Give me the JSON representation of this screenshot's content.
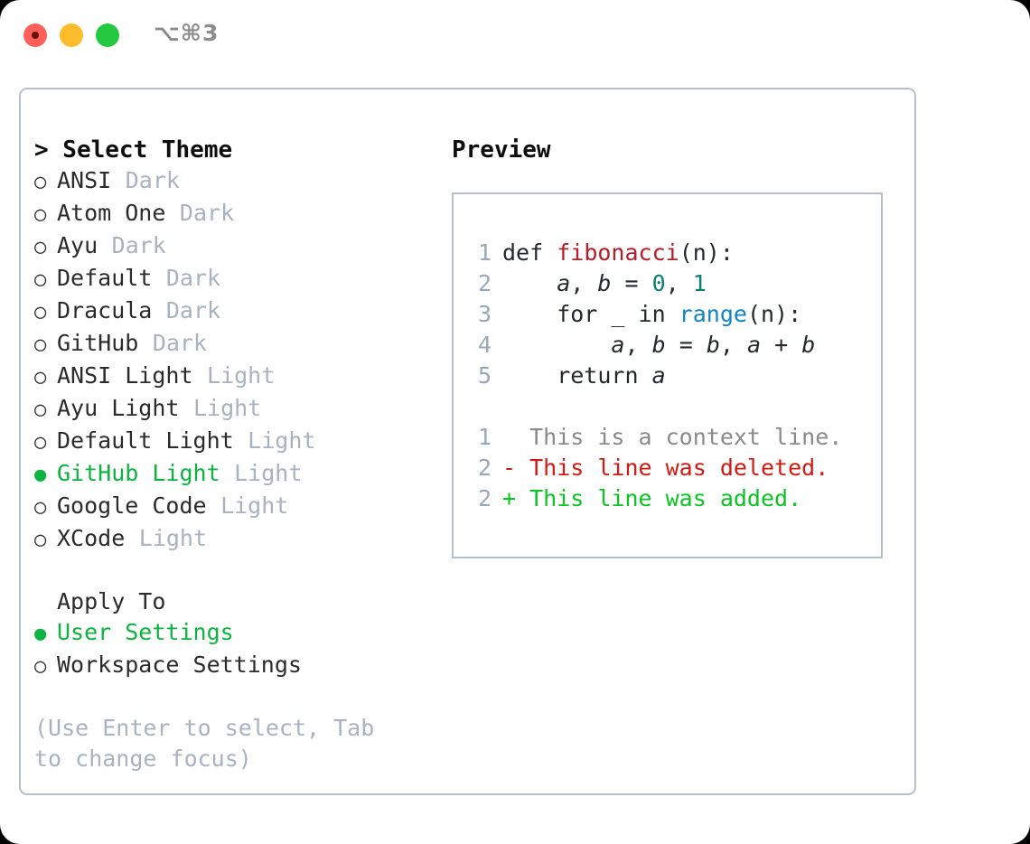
{
  "window": {
    "shortcut_label": "⌥⌘3",
    "traffic_lights": [
      {
        "name": "close",
        "color": "#ff6159"
      },
      {
        "name": "minimize",
        "color": "#ffbd2e"
      },
      {
        "name": "zoom",
        "color": "#25c940"
      }
    ]
  },
  "theme_picker": {
    "header": "> Select Theme",
    "selected_theme": "GitHub Light",
    "accent_color": "#0bb33f",
    "bullet_selected": "●",
    "bullet_unselected": "○",
    "items": [
      {
        "name": "ANSI",
        "variant": "Dark",
        "selected": false
      },
      {
        "name": "Atom One",
        "variant": "Dark",
        "selected": false
      },
      {
        "name": "Ayu",
        "variant": "Dark",
        "selected": false
      },
      {
        "name": "Default",
        "variant": "Dark",
        "selected": false
      },
      {
        "name": "Dracula",
        "variant": "Dark",
        "selected": false
      },
      {
        "name": "GitHub",
        "variant": "Dark",
        "selected": false
      },
      {
        "name": "ANSI Light",
        "variant": "Light",
        "selected": false
      },
      {
        "name": "Ayu Light",
        "variant": "Light",
        "selected": false
      },
      {
        "name": "Default Light",
        "variant": "Light",
        "selected": false
      },
      {
        "name": "GitHub Light",
        "variant": "Light",
        "selected": true
      },
      {
        "name": "Google Code",
        "variant": "Light",
        "selected": false
      },
      {
        "name": "XCode",
        "variant": "Light",
        "selected": false
      }
    ]
  },
  "apply_to": {
    "header": "Apply To",
    "selected_option": "User Settings",
    "options": [
      {
        "label": "User Settings",
        "selected": true
      },
      {
        "label": "Workspace Settings",
        "selected": false
      }
    ]
  },
  "hint": "(Use Enter to select, Tab to change focus)",
  "preview": {
    "title": "Preview",
    "code_lines": [
      {
        "lineno": "1",
        "marker": "",
        "tokens": [
          {
            "text": "def ",
            "kind": "plain"
          },
          {
            "text": "fibonacci",
            "kind": "fn"
          },
          {
            "text": "(n):",
            "kind": "plain"
          }
        ]
      },
      {
        "lineno": "2",
        "marker": "",
        "tokens": [
          {
            "text": "    ",
            "kind": "plain"
          },
          {
            "text": "a",
            "kind": "var"
          },
          {
            "text": ", ",
            "kind": "plain"
          },
          {
            "text": "b",
            "kind": "var"
          },
          {
            "text": " = ",
            "kind": "plain"
          },
          {
            "text": "0",
            "kind": "num"
          },
          {
            "text": ", ",
            "kind": "plain"
          },
          {
            "text": "1",
            "kind": "num"
          }
        ]
      },
      {
        "lineno": "3",
        "marker": "",
        "tokens": [
          {
            "text": "    for _ in ",
            "kind": "plain"
          },
          {
            "text": "range",
            "kind": "call"
          },
          {
            "text": "(n):",
            "kind": "plain"
          }
        ]
      },
      {
        "lineno": "4",
        "marker": "",
        "tokens": [
          {
            "text": "        ",
            "kind": "plain"
          },
          {
            "text": "a",
            "kind": "var"
          },
          {
            "text": ", ",
            "kind": "plain"
          },
          {
            "text": "b",
            "kind": "var"
          },
          {
            "text": " = ",
            "kind": "plain"
          },
          {
            "text": "b",
            "kind": "var"
          },
          {
            "text": ", ",
            "kind": "plain"
          },
          {
            "text": "a",
            "kind": "var"
          },
          {
            "text": " + ",
            "kind": "plain"
          },
          {
            "text": "b",
            "kind": "var"
          }
        ]
      },
      {
        "lineno": "5",
        "marker": "",
        "tokens": [
          {
            "text": "    return ",
            "kind": "plain"
          },
          {
            "text": "a",
            "kind": "var"
          }
        ]
      }
    ],
    "diff_lines": [
      {
        "lineno": "1",
        "marker": " ",
        "text": "This is a context line.",
        "kind": "context"
      },
      {
        "lineno": "2",
        "marker": "-",
        "text": "This line was deleted.",
        "kind": "del"
      },
      {
        "lineno": "2",
        "marker": "+",
        "text": "This line was added.",
        "kind": "add"
      }
    ]
  }
}
